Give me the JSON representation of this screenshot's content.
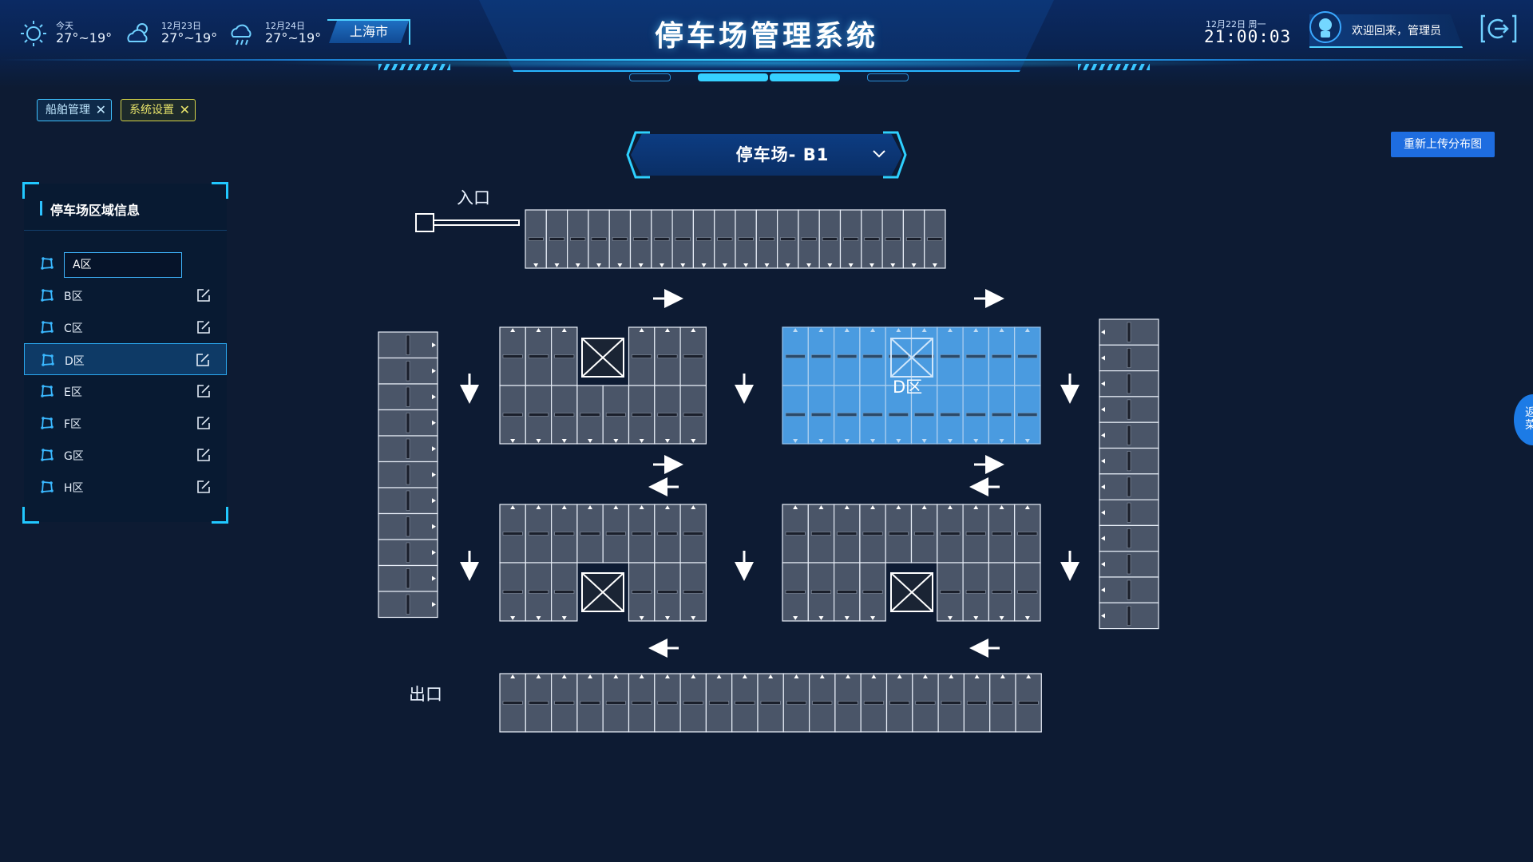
{
  "header": {
    "title": "停车场管理系统",
    "weather": [
      {
        "day": "今天",
        "temp": "27°~19°",
        "icon": "sun-icon"
      },
      {
        "day": "12月23日",
        "temp": "27°~19°",
        "icon": "cloud-sun-icon"
      },
      {
        "day": "12月24日",
        "temp": "27°~19°",
        "icon": "rain-cloud-icon"
      }
    ],
    "city": "上海市",
    "date": "12月22日 周一",
    "time": "21:00:03",
    "welcome": "欢迎回来，管理员"
  },
  "tags": [
    {
      "label": "船舶管理"
    },
    {
      "label": "系统设置"
    }
  ],
  "toolbar": {
    "reupload_label": "重新上传分布图"
  },
  "panel": {
    "title": "停车场区域信息",
    "zones": [
      {
        "label": "A区",
        "editing": true
      },
      {
        "label": "B区"
      },
      {
        "label": "C区"
      },
      {
        "label": "D区",
        "selected": true
      },
      {
        "label": "E区"
      },
      {
        "label": "F区"
      },
      {
        "label": "G区"
      },
      {
        "label": "H区"
      }
    ]
  },
  "map": {
    "lot_name": "停车场- B1",
    "entrance_label": "入口",
    "exit_label": "出口",
    "highlighted_zone_label": "D区",
    "highlight_color": "#4a9be0"
  },
  "side_tab": {
    "label": "返菜"
  },
  "colors": {
    "accent": "#21c8ff",
    "button": "#1e6de0",
    "background": "#0d1b33",
    "stall": "#4a5568"
  }
}
